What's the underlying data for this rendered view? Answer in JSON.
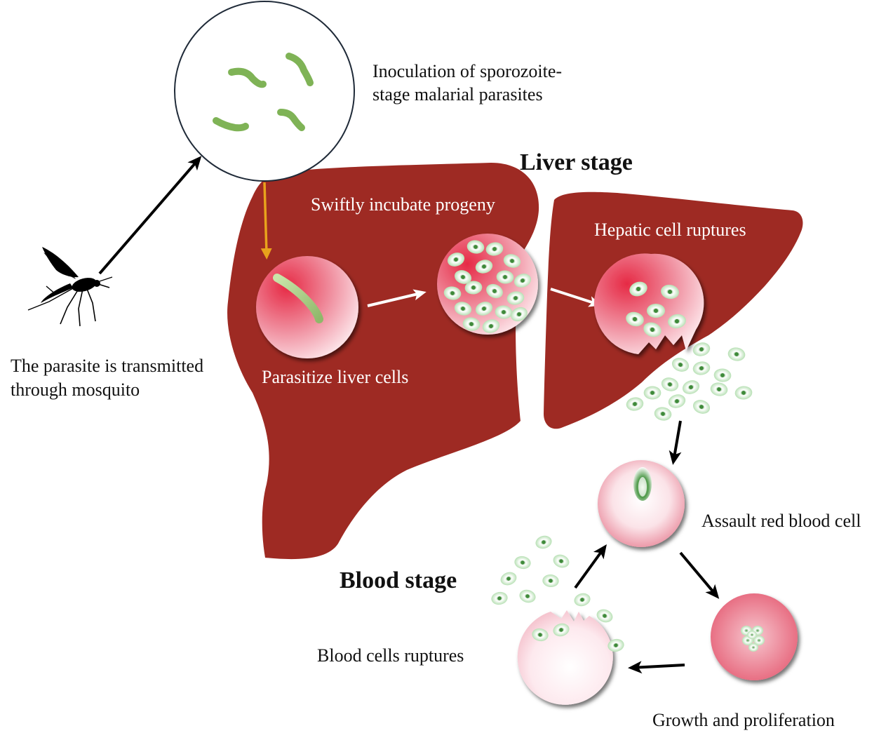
{
  "labels": {
    "inoculation_line1": "Inoculation of sporozoite-",
    "inoculation_line2": "stage malarial parasites",
    "liver_stage": "Liver stage",
    "swiftly": "Swiftly incubate progeny",
    "hepatic": "Hepatic cell ruptures",
    "parasitize": "Parasitize liver cells",
    "transmit_line1": "The parasite is transmitted",
    "transmit_line2": "through mosquito",
    "assault": "Assault red blood cell",
    "blood_stage": "Blood stage",
    "blood_ruptures": "Blood cells ruptures",
    "growth": "Growth and proliferation"
  },
  "colors": {
    "liver": "#9e2a23",
    "parasite_green": "#7fb356",
    "merozoite_green": "#9ed59a",
    "arrow_black": "#000000",
    "arrow_orange": "#e8a21c",
    "arrow_white": "#ffffff",
    "cell_pink": "#e8465d"
  },
  "icons": {
    "mosquito": "mosquito-icon"
  }
}
